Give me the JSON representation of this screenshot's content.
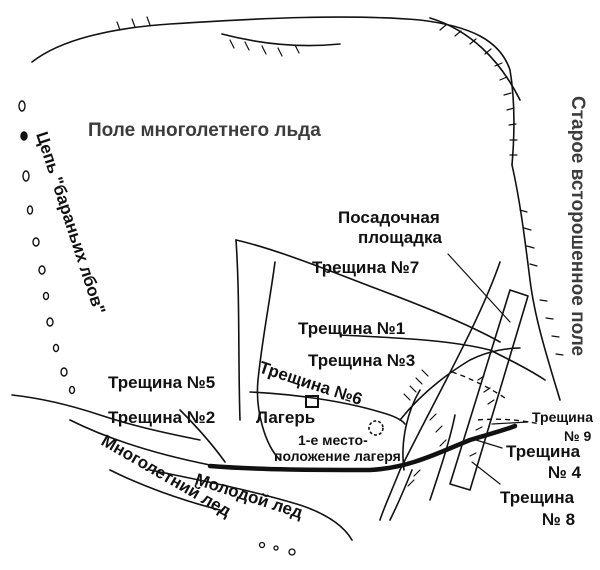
{
  "labels": {
    "multiyear_field": "Поле многолетнего льда",
    "old_hummocky_field": "Старое всторошенное поле",
    "sheep_rocks_chain": "Цепь \"бараньих лбов\"",
    "landing_pad_line1": "Посадочная",
    "landing_pad_line2": "площадка",
    "crack7": "Трещина №7",
    "crack1": "Трещина №1",
    "crack3": "Трещина №3",
    "crack5": "Трещина №5",
    "crack6": "Трещина №6",
    "crack2": "Трещина №2",
    "camp": "Лагерь",
    "first_camp_line1": "1-е место-",
    "first_camp_line2": "положение лагеря",
    "crack9_line1": "Трещина",
    "crack9_line2": "№ 9",
    "crack4_line1": "Трещина",
    "crack4_line2": "№ 4",
    "crack8_line1": "Трещина",
    "crack8_line2": "№ 8",
    "young_ice": "Молодой лед",
    "multiyear_ice": "Многолетний лед"
  }
}
